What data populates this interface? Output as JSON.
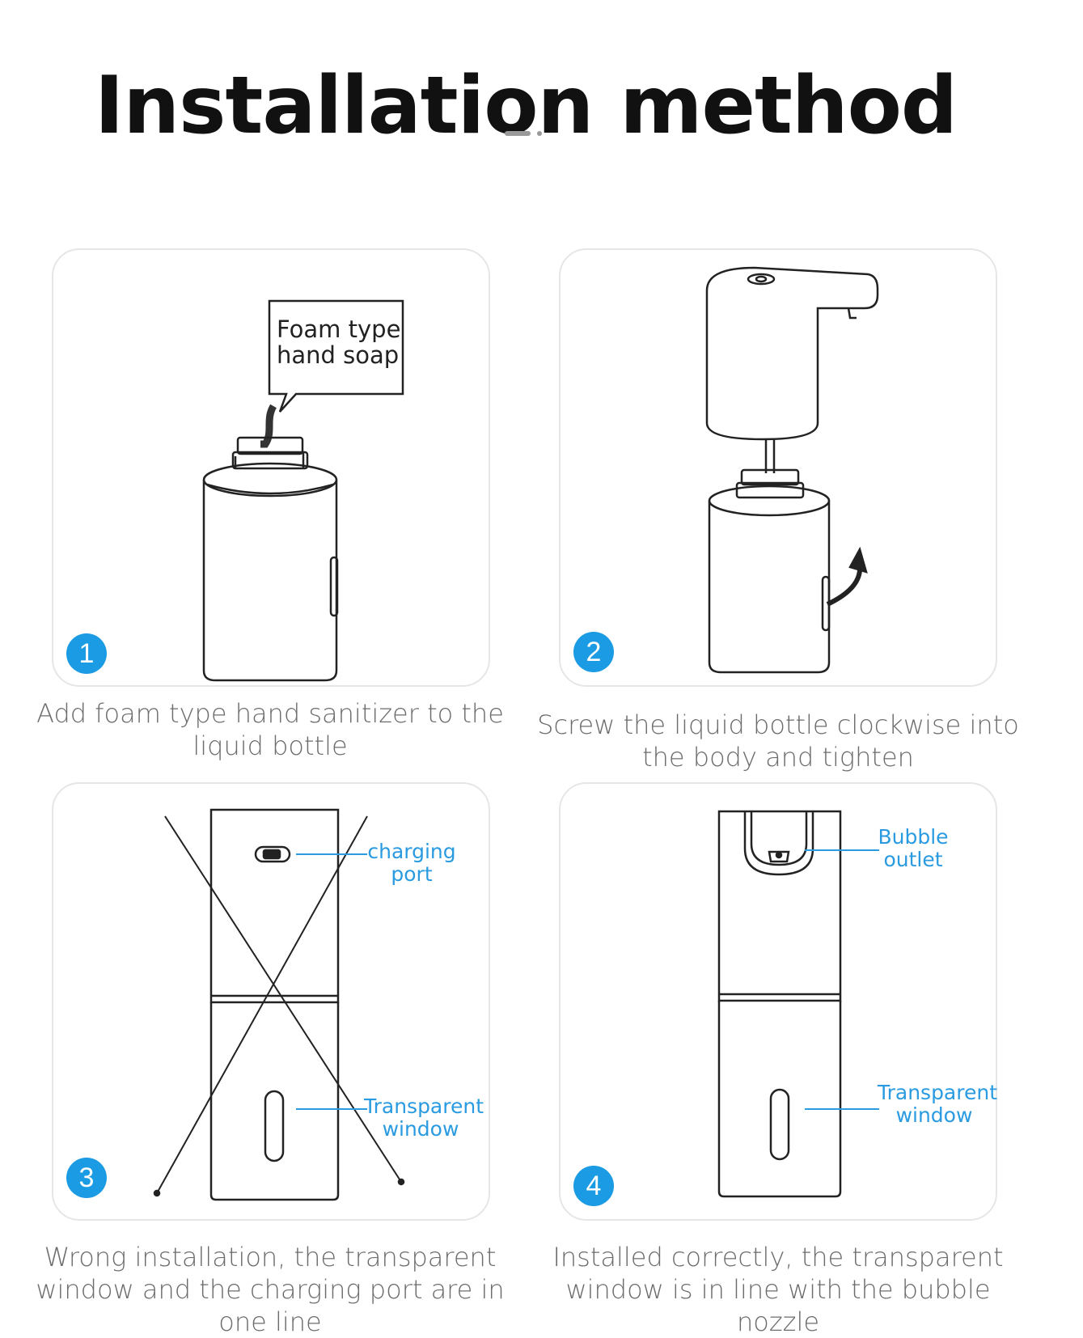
{
  "page_title": "Installation method",
  "accent_color": "#1b9be3",
  "callout_color": "#2a9be0",
  "steps": [
    {
      "number": "1",
      "caption": "Add foam type hand sanitizer to the liquid bottle",
      "speech_line1": "Foam type",
      "speech_line2": "hand soap"
    },
    {
      "number": "2",
      "caption": "Screw the liquid bottle clockwise into the body and tighten"
    },
    {
      "number": "3",
      "caption": "Wrong installation, the transparent window and the charging port are in one line",
      "callout_top_line1": "charging",
      "callout_top_line2": "port",
      "callout_bottom_line1": "Transparent",
      "callout_bottom_line2": "window"
    },
    {
      "number": "4",
      "caption": "Installed correctly, the transparent window is in line with the bubble nozzle",
      "callout_top_line1": "Bubble",
      "callout_top_line2": "outlet",
      "callout_bottom_line1": "Transparent",
      "callout_bottom_line2": "window"
    }
  ]
}
